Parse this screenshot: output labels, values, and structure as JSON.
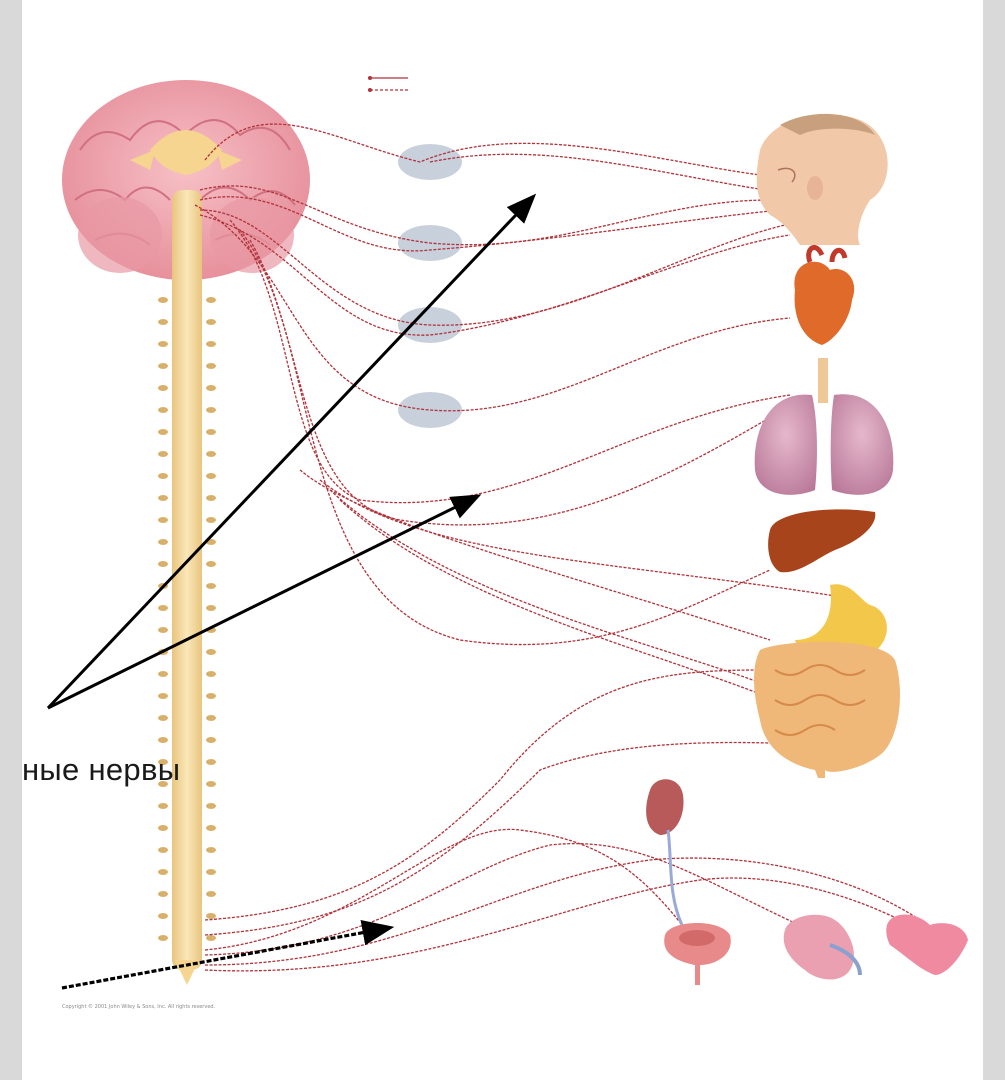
{
  "diagram": {
    "caption_fragment": "ные нервы",
    "copyright_line": "Copyright © 2001 John Wiley & Sons, Inc. All rights reserved.",
    "colors": {
      "background": "#d9d9d9",
      "slide": "#ffffff",
      "nerve": "#b0323a",
      "arrow": "#000000",
      "brain": "#f0a0a8",
      "spinal_cord": "#f5d9a0",
      "ganglion": "#c8d0dc"
    },
    "organs": [
      "head",
      "heart",
      "lungs",
      "liver",
      "stomach",
      "intestines",
      "kidney",
      "bladder",
      "reproductive-organs-male",
      "reproductive-organs-female"
    ]
  }
}
